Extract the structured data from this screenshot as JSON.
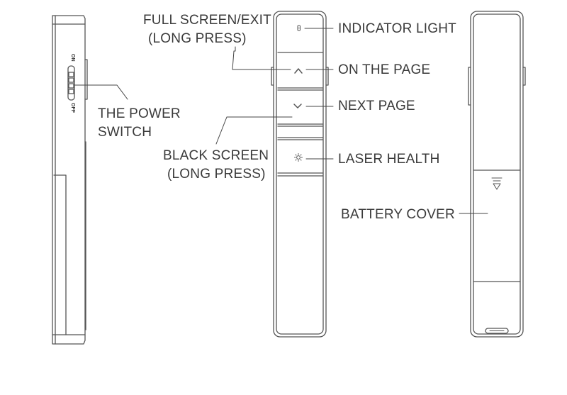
{
  "labels": {
    "full_screen_1": "FULL SCREEN/EXIT",
    "full_screen_2": "(LONG PRESS)",
    "indicator_light": "INDICATOR LIGHT",
    "on_the_page": "ON THE PAGE",
    "next_page": "NEXT PAGE",
    "power_switch_1": "THE POWER",
    "power_switch_2": "SWITCH",
    "black_screen_1": "BLACK SCREEN",
    "black_screen_2": "(LONG PRESS)",
    "laser_health": "LASER HEALTH",
    "battery_cover": "BATTERY COVER"
  },
  "switch": {
    "on": "ON",
    "off": "OFF"
  },
  "colors": {
    "outline": "#555555",
    "leader": "#444444",
    "text": "#3a3a3a"
  },
  "icons": {
    "up_button": "chevron-up-icon",
    "down_button": "chevron-down-icon",
    "laser_button": "sun-icon",
    "indicator": "led-icon",
    "cover_latch": "triangle-down-icon"
  }
}
